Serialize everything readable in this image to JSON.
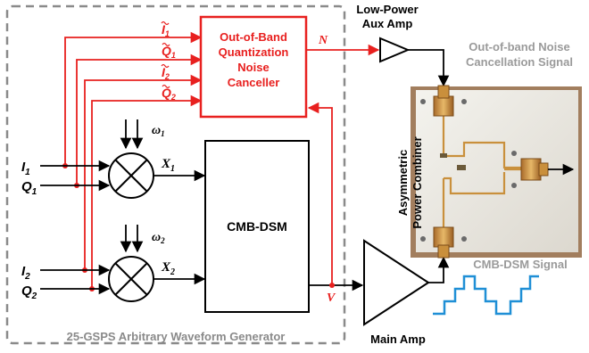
{
  "colors": {
    "red": "#e8201f",
    "black": "#000000",
    "gray_text": "#9a9a9a",
    "blue_wave": "#1f8fd6",
    "dashed_border": "#8a8a8a",
    "board_fill": "#efede6",
    "board_shadow": "#a27e5e"
  },
  "awg": {
    "label": "25-GSPS Arbitrary Waveform Generator"
  },
  "canceller": {
    "line1": "Out-of-Band",
    "line2": "Quantization",
    "line3": "Noise",
    "line4": "Canceller",
    "inputs": [
      {
        "sym": "I",
        "sub": "1"
      },
      {
        "sym": "Q",
        "sub": "1"
      },
      {
        "sym": "I",
        "sub": "2"
      },
      {
        "sym": "Q",
        "sub": "2"
      }
    ],
    "output_label": "N"
  },
  "cmb_dsm": {
    "label": "CMB-DSM",
    "output_label": "V"
  },
  "mixer1": {
    "lo": {
      "sym": "ω",
      "sub": "1"
    },
    "i_in": {
      "sym": "I",
      "sub": "1"
    },
    "q_in": {
      "sym": "Q",
      "sub": "1"
    },
    "out": {
      "sym": "X",
      "sub": "1"
    }
  },
  "mixer2": {
    "lo": {
      "sym": "ω",
      "sub": "2"
    },
    "i_in": {
      "sym": "I",
      "sub": "2"
    },
    "q_in": {
      "sym": "Q",
      "sub": "2"
    },
    "out": {
      "sym": "X",
      "sub": "2"
    }
  },
  "aux_amp": {
    "line1": "Low-Power",
    "line2": "Aux Amp"
  },
  "main_amp": {
    "label": "Main Amp"
  },
  "combiner": {
    "line1": "Asymmetric",
    "line2": "Power Combiner"
  },
  "annotations": {
    "noise_line1": "Out-of-band Noise",
    "noise_line2": "Cancellation Signal",
    "cmb_signal": "CMB-DSM Signal"
  }
}
